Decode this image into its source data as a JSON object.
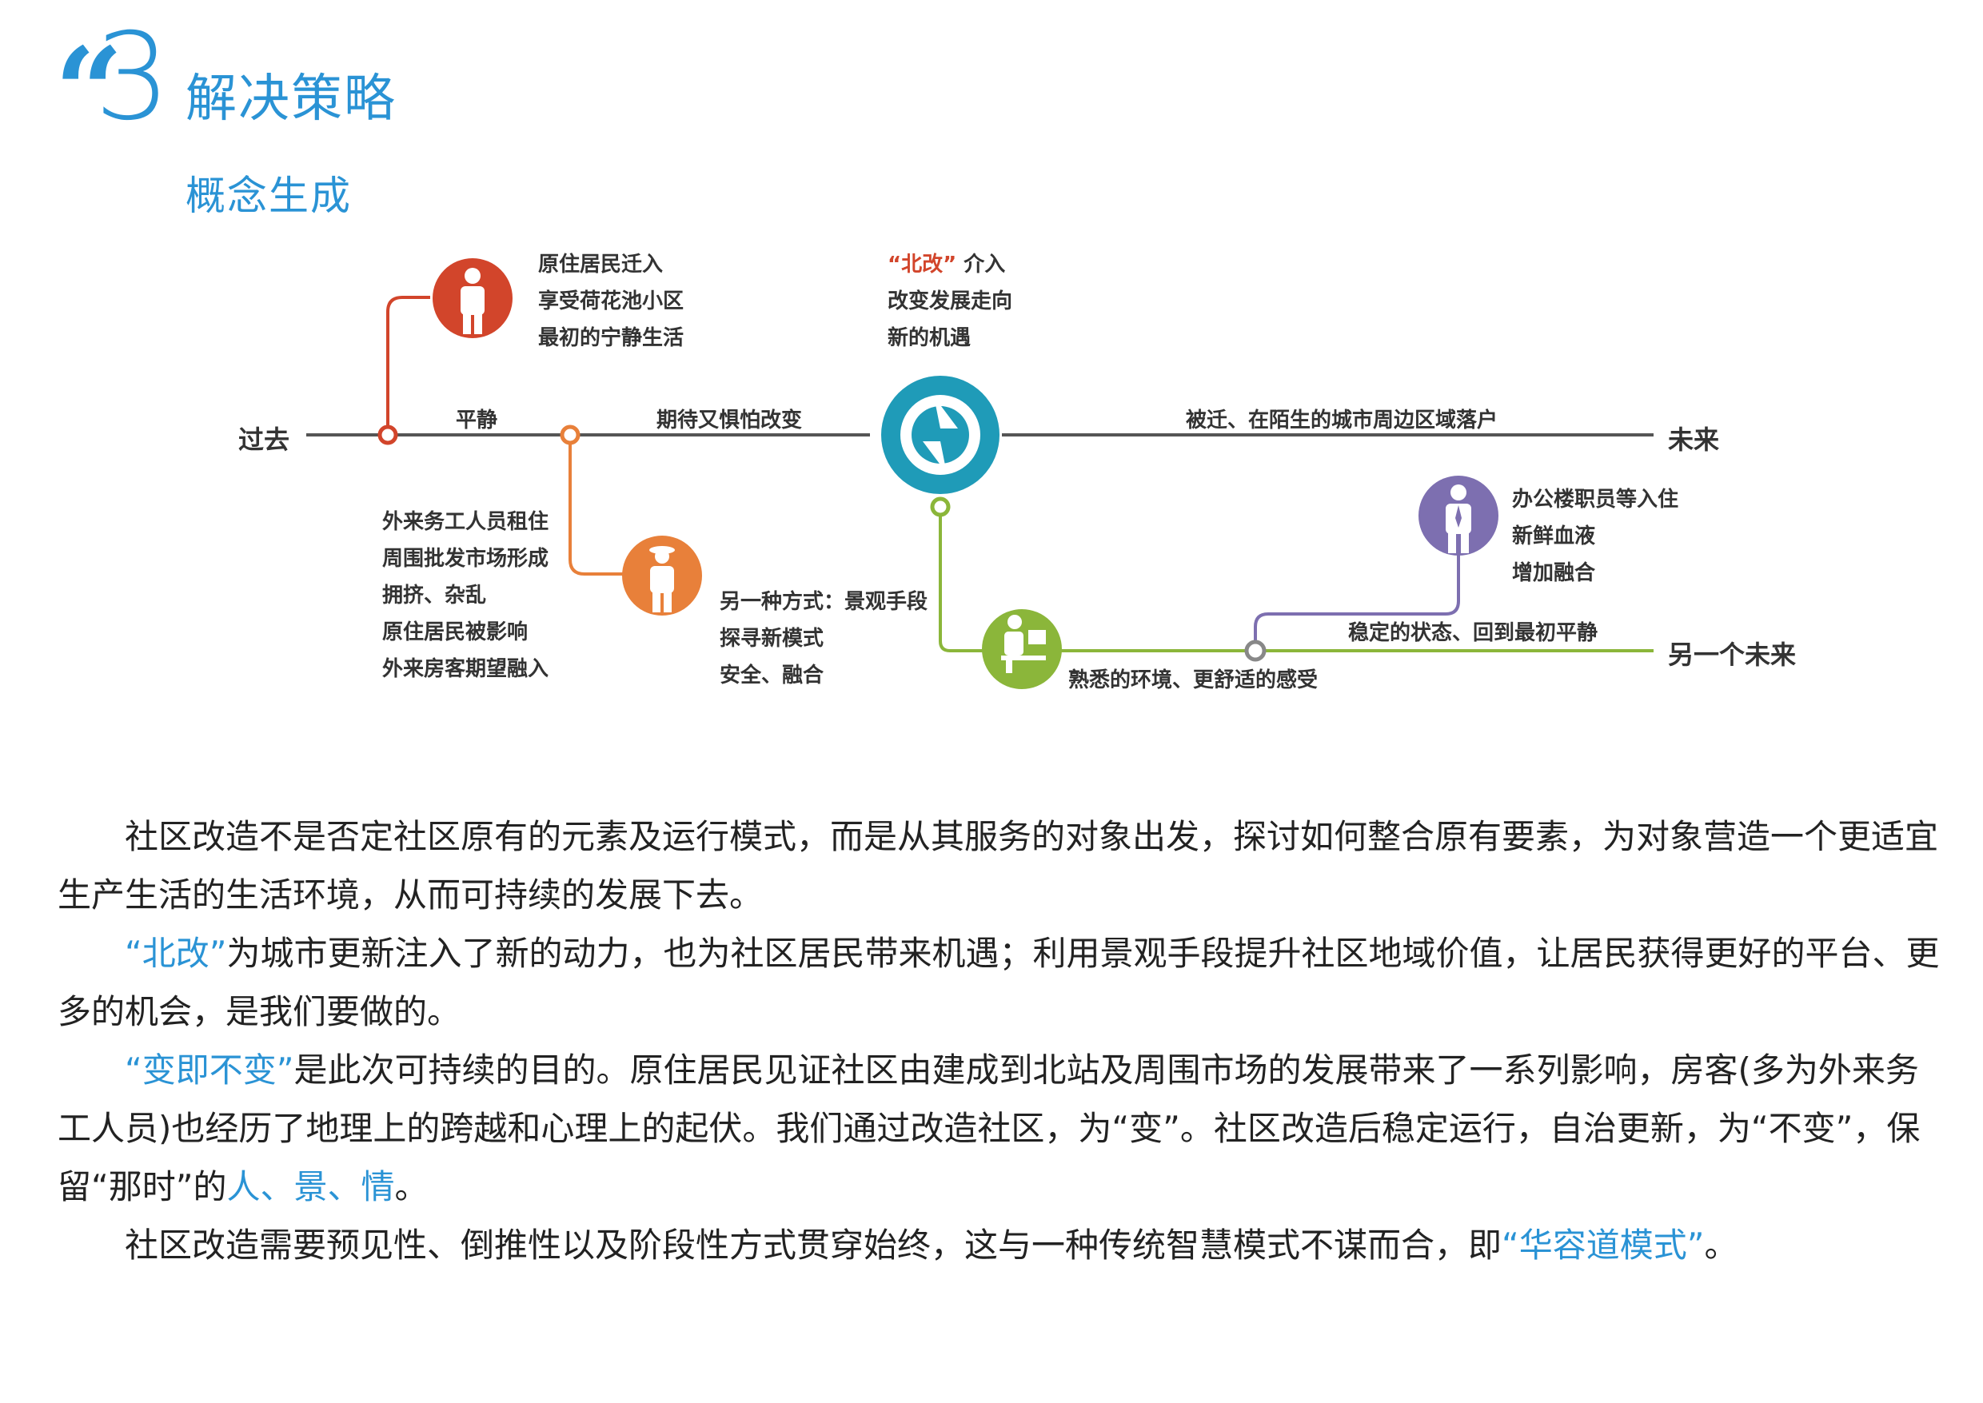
{
  "header": {
    "quote_mark": "“",
    "section_number": "3",
    "section_title": "解决策略",
    "subtitle": "概念生成"
  },
  "diagram": {
    "past_label": "过去",
    "future_label": "未来",
    "other_future_label": "另一个未来",
    "line_labels": {
      "calm": "平静",
      "expect_fear": "期待又惧怕改变",
      "relocated": "被迁、在陌生的城市周边区域落户",
      "stable": "稳定的状态、回到最初平静",
      "familiar": "熟悉的环境、更舒适的感受"
    },
    "resident_text": [
      "原住居民迁入",
      "享受荷花池小区",
      "最初的宁静生活"
    ],
    "north_reform_text": {
      "quoted": "“北改”",
      "rest": "介入",
      "lines": [
        "改变发展走向",
        "新的机遇"
      ]
    },
    "migrant_text": [
      "外来务工人员租住",
      "周围批发市场形成",
      "拥挤、杂乱",
      "原住居民被影响",
      "外来房客期望融入"
    ],
    "landscape_text": [
      "另一种方式：景观手段",
      "探寻新模式",
      "安全、融合"
    ],
    "office_text": [
      "办公楼职员等入住",
      "新鲜血液",
      "增加融合"
    ],
    "colors": {
      "red": "#d2452b",
      "orange": "#e8803a",
      "teal": "#1f9bb8",
      "green": "#8bb63a",
      "purple": "#7d6fb0",
      "line": "#555555"
    },
    "icons": {
      "resident": "person-icon",
      "migrant": "worker-icon",
      "reform": "refresh-icon",
      "landscape": "desk-worker-icon",
      "office": "businessman-icon"
    }
  },
  "body": {
    "p1": "社区改造不是否定社区原有的元素及运行模式，而是从其服务的对象出发，探讨如何整合原有要素，为对象营造一个更适宜生产生活的生活环境，从而可持续的发展下去。",
    "p2_highlight": "“北改”",
    "p2_rest": "为城市更新注入了新的动力，也为社区居民带来机遇；利用景观手段提升社区地域价值，让居民获得更好的平台、更多的机会，是我们要做的。",
    "p3_highlight": "“变即不变”",
    "p3_rest": "是此次可持续的目的。原住居民见证社区由建成到北站及周围市场的发展带来了一系列影响，房客(多为外来务工人员)也经历了地理上的跨越和心理上的起伏。我们通过改造社区，为“变”。社区改造后稳定运行，自治更新，为“不变”，保留“那时”的",
    "p3_highlight2": "人、景、情",
    "p3_end": "。",
    "p4_rest": "社区改造需要预见性、倒推性以及阶段性方式贯穿始终，这与一种传统智慧模式不谋而合，即",
    "p4_highlight": "“华容道模式”",
    "p4_end": "。"
  }
}
